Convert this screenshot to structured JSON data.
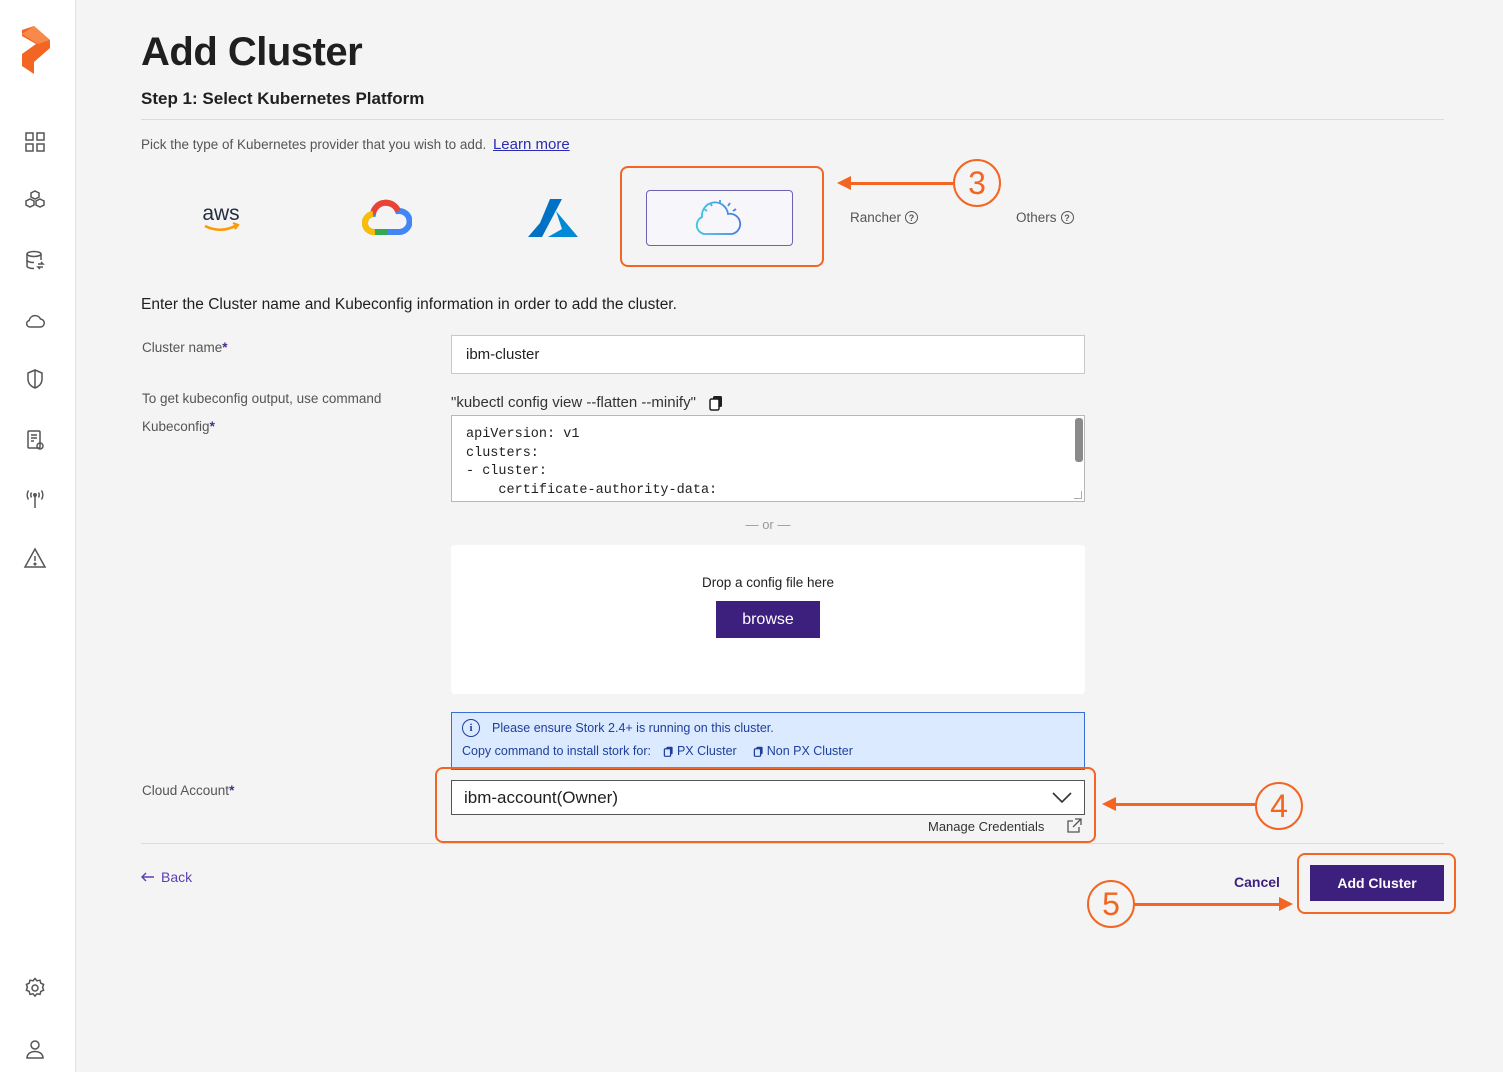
{
  "sidebar": {
    "logo": "portworx-logo",
    "items": [
      {
        "icon": "dashboard-grid-icon"
      },
      {
        "icon": "applications-cubes-icon"
      },
      {
        "icon": "backups-database-icon"
      },
      {
        "icon": "cloud-icon"
      },
      {
        "icon": "shield-icon"
      },
      {
        "icon": "policies-document-icon"
      },
      {
        "icon": "antenna-icon"
      },
      {
        "icon": "alert-warning-icon"
      }
    ],
    "bottom_items": [
      {
        "icon": "settings-gear-icon"
      },
      {
        "icon": "user-profile-icon"
      }
    ]
  },
  "header": {
    "title": "Add Cluster",
    "step": "Step 1: Select Kubernetes Platform"
  },
  "platform": {
    "description": "Pick the type of Kubernetes provider that you wish to add.",
    "learn_more": "Learn more",
    "providers": [
      {
        "name": "aws",
        "label": "aws"
      },
      {
        "name": "google-cloud"
      },
      {
        "name": "azure"
      },
      {
        "name": "ibm-cloud",
        "selected": true
      },
      {
        "name": "rancher",
        "label": "Rancher"
      },
      {
        "name": "others",
        "label": "Others"
      }
    ]
  },
  "form": {
    "intro": "Enter the Cluster name and Kubeconfig information in order to add the cluster.",
    "cluster_name_label": "Cluster name",
    "required_mark": "*",
    "cluster_name_value": "ibm-cluster",
    "kubeconfig_hint_label": "To get kubeconfig output, use command",
    "kubeconfig_command": "\"kubectl config view --flatten --minify\"",
    "kubeconfig_label": "Kubeconfig",
    "kubeconfig_value": "apiVersion: v1\nclusters:\n- cluster:\n    certificate-authority-data:",
    "or_text": "— or —",
    "drop_text": "Drop a config file here",
    "browse_label": "browse",
    "info": {
      "line1": "Please ensure Stork 2.4+ is running on this cluster.",
      "line2_prefix": "Copy command to install stork for:",
      "px_cluster": "PX Cluster",
      "non_px_cluster": "Non PX Cluster"
    },
    "cloud_account_label": "Cloud Account",
    "cloud_account_value": "ibm-account(Owner)",
    "manage_credentials": "Manage Credentials"
  },
  "footer": {
    "back_label": "Back",
    "cancel_label": "Cancel",
    "add_label": "Add Cluster"
  },
  "annotations": {
    "step3": "3",
    "step4": "4",
    "step5": "5",
    "color": "#f26522"
  },
  "colors": {
    "primary": "#3d1f7d",
    "link": "#2b2bb6",
    "info_bg": "#dbeafe",
    "info_border": "#3b6fd8",
    "logo_orange": "#f26522"
  }
}
